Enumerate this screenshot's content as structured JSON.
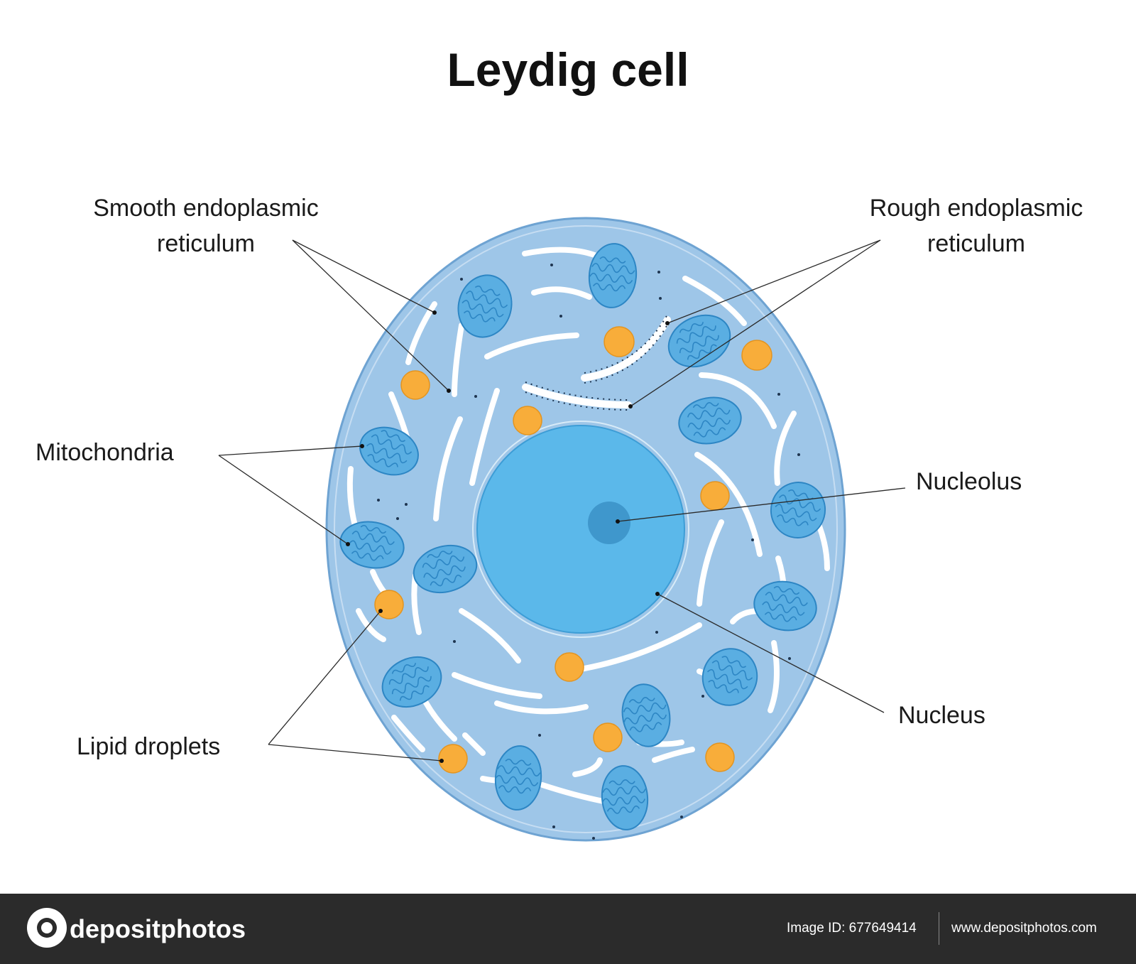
{
  "title": "Leydig cell",
  "labels": {
    "smooth_er": [
      "Smooth endoplasmic",
      "reticulum"
    ],
    "rough_er": [
      "Rough endoplasmic",
      "reticulum"
    ],
    "mitochondria": "Mitochondria",
    "nucleolus": "Nucleolus",
    "nucleus": "Nucleus",
    "lipid_droplets": "Lipid droplets"
  },
  "footer": {
    "brand": "depositphotos",
    "image_id": "Image ID: 677649414",
    "site": "www.depositphotos.com"
  },
  "colors": {
    "cytoplasm": "#9ec6e8",
    "membrane": "#7fb0da",
    "nucleus": "#5bb8ea",
    "nucleolus": "#3f97cc",
    "mitochondria": "#5aaee2",
    "lipid": "#f8ad3a",
    "er": "#ffffff",
    "footer": "#2b2b2b"
  }
}
